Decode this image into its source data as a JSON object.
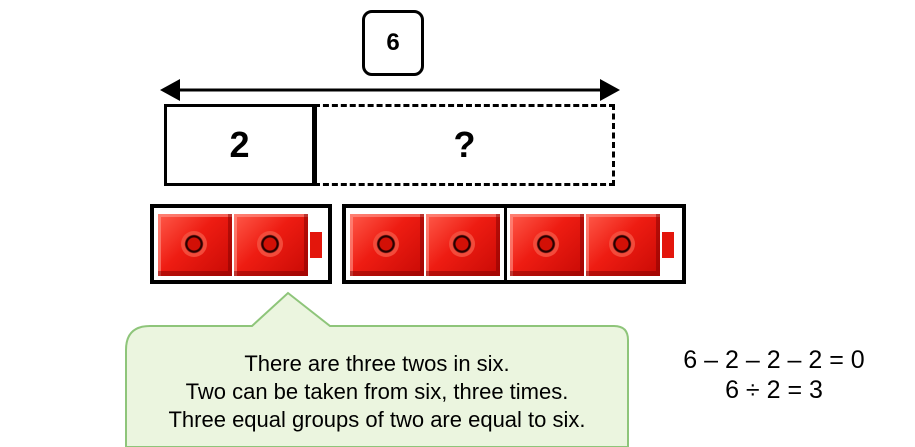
{
  "total": {
    "value": "6"
  },
  "bar": {
    "known": "2",
    "unknown": "?"
  },
  "cubes": {
    "group_sizes": [
      2,
      4
    ],
    "color": "#ee1c12"
  },
  "callout": {
    "lines": [
      "There are three twos in six.",
      "Two can be taken from six, three times.",
      "Three equal groups of two are equal to six."
    ],
    "fill": "#ebf5df",
    "border": "#8ec57a"
  },
  "equations": [
    "6 – 2 – 2 – 2 = 0",
    "6 ÷ 2 = 3"
  ]
}
